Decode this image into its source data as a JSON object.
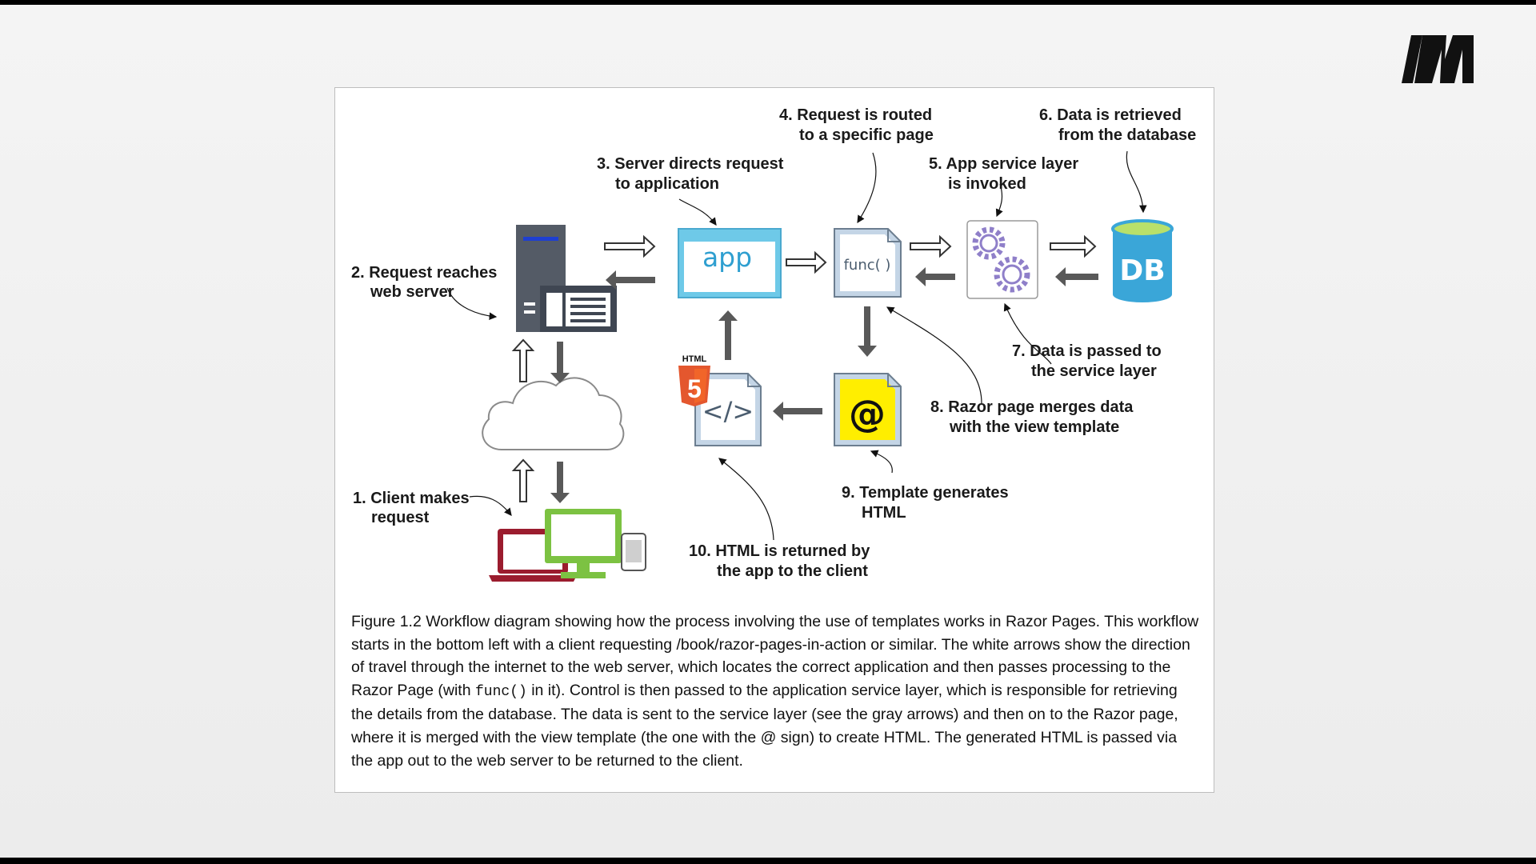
{
  "logo": {
    "icon": "publisher-logo-icon"
  },
  "diagram": {
    "steps": {
      "s1": [
        "1. Client makes",
        "request"
      ],
      "s2": [
        "2. Request reaches",
        "web server"
      ],
      "s3": [
        "3. Server directs request",
        "to application"
      ],
      "s4": [
        "4. Request is routed",
        "to a specific page"
      ],
      "s5": [
        "5. App service layer",
        "is invoked"
      ],
      "s6": [
        "6. Data is retrieved",
        "from the database"
      ],
      "s7": [
        "7. Data is passed to",
        "the service layer"
      ],
      "s8": [
        "8. Razor page merges data",
        "with the view template"
      ],
      "s9": [
        "9. Template generates",
        "HTML"
      ],
      "s10": [
        "10. HTML is returned by",
        "the app to the client"
      ]
    },
    "icons": {
      "app": "app",
      "func": "func( )",
      "db": "DB",
      "at": "@",
      "html_badge": "HTML",
      "html5": "5",
      "code": "</>"
    },
    "colors": {
      "app_box": "#6ec9e8",
      "db": "#3aa6d8",
      "db_top": "#b9e06a",
      "template": "#ffee00",
      "laptop": "#9b1c2e",
      "monitor": "#7cc242",
      "html5": "#e4572e",
      "server": "#545b66",
      "gray_arrow": "#595959"
    }
  },
  "caption": {
    "part1": "Figure 1.2 Workflow diagram showing how the process involving the use of templates works in Razor Pages. This workflow starts in the bottom left with a client requesting /book/razor-pages-in-action or similar. The white arrows show the direction of travel through the internet to the web server, which locates the correct application and then passes processing to the Razor Page (with ",
    "code": "func()",
    "part2": " in it). Control is then passed to the application service layer, which is responsible for retrieving the details from the database. The data is sent to the service layer (see the gray arrows) and then on to the Razor page, where it is merged with the view template (the one with the @ sign) to create HTML. The generated HTML is passed via the app out to the web server to be returned to the client."
  }
}
